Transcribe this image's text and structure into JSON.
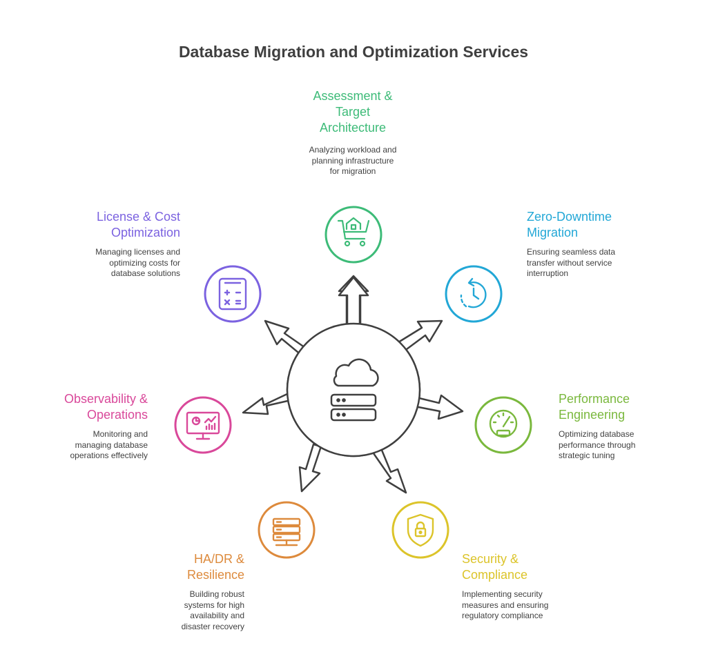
{
  "title": "Database Migration and Optimization Services",
  "colors": {
    "assessment": "#3dbb78",
    "downtime": "#22a7d6",
    "performance": "#7ab83d",
    "security": "#dcc42a",
    "resilience": "#dd8a3c",
    "observability": "#d9489a",
    "license": "#7b62e0",
    "hub": "#3f3f3f"
  },
  "services": [
    {
      "key": "assessment",
      "title": "Assessment & Target Architecture",
      "description": "Analyzing workload and planning infrastructure for migration",
      "icon": "home-cart-icon"
    },
    {
      "key": "downtime",
      "title": "Zero-Downtime Migration",
      "description": "Ensuring seamless data transfer without service interruption",
      "icon": "clock-refresh-icon"
    },
    {
      "key": "performance",
      "title": "Performance Engineering",
      "description": "Optimizing database performance through strategic tuning",
      "icon": "gauge-icon"
    },
    {
      "key": "security",
      "title": "Security & Compliance",
      "description": "Implementing security measures and ensuring regulatory compliance",
      "icon": "shield-lock-icon"
    },
    {
      "key": "resilience",
      "title": "HA/DR & Resilience",
      "description": "Building robust systems for high availability and disaster recovery",
      "icon": "server-icon"
    },
    {
      "key": "observability",
      "title": "Observability & Operations",
      "description": "Monitoring and managing database operations effectively",
      "icon": "monitor-chart-icon"
    },
    {
      "key": "license",
      "title": "License & Cost Optimization",
      "description": "Managing licenses and optimizing costs for database solutions",
      "icon": "calculator-icon"
    }
  ],
  "hub_icon": "cloud-database-icon"
}
